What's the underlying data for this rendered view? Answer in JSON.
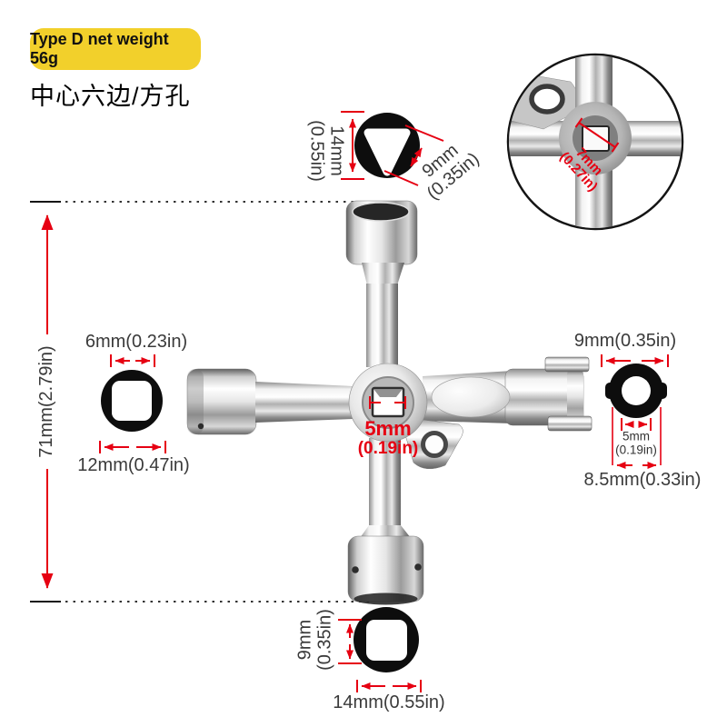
{
  "badge": {
    "label": "Type D net weight 56g"
  },
  "title": "中心六边/方孔",
  "colors": {
    "badge_yellow": "#F2D02B",
    "dimension_red": "#E60012",
    "label_gray": "#3A3A3A",
    "hole_icon_black": "#0D0D0D"
  },
  "annotations": {
    "top_hole": {
      "height_line1": "14mm",
      "height_line2": "(0.55in)",
      "side_line1": "9mm",
      "side_line2": "(0.35in)"
    },
    "magnifier_inset": {
      "line1": "7mm",
      "line2": "(0.27in)"
    },
    "left_hole": {
      "inner": "6mm(0.23in)",
      "outer": "12mm(0.47in)"
    },
    "overall_height": "71mm(2.79in)",
    "center_hole": {
      "line1": "5mm",
      "line2": "(0.19in)"
    },
    "right_hole": {
      "outer": "9mm(0.35in)",
      "inner_line1": "5mm",
      "inner_line2": "(0.19in)",
      "overall": "8.5mm(0.33in)"
    },
    "bottom_hole": {
      "height_line1": "9mm",
      "height_line2": "(0.35in)",
      "width": "14mm(0.55in)"
    }
  }
}
